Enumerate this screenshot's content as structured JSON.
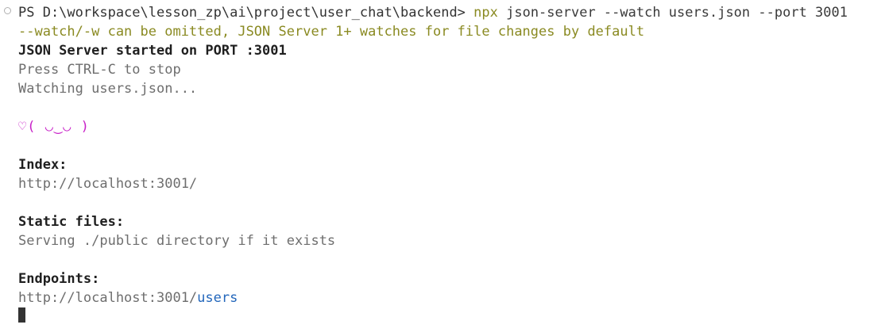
{
  "terminal": {
    "window_title": "PowerShell Terminal",
    "background_color": "#ffffff",
    "gutter_marker_name": "command-decoration-circle",
    "prompt": {
      "shell": "PS",
      "path": "D:\\workspace\\lesson_zp\\ai\\project\\user_chat\\backend",
      "separator": ">",
      "full_prefix": "PS D:\\workspace\\lesson_zp\\ai\\project\\user_chat\\backend> ",
      "command_name": "npx",
      "command_args": " json-server --watch users.json --port 3001",
      "command_full": "npx json-server --watch users.json --port 3001"
    },
    "output": {
      "watch_notice": "--watch/-w can be omitted, JSON Server 1+ watches for file changes by default",
      "started_line": "JSON Server started on PORT :3001",
      "stop_hint": "Press CTRL-C to stop",
      "watching_line": "Watching users.json...",
      "ascii_cat": "♡( ◡‿◡ )",
      "index_heading": "Index:",
      "index_url": "http://localhost:3001/",
      "static_heading": "Static files:",
      "static_text": "Serving ./public directory if it exists",
      "endpoints_heading": "Endpoints:",
      "endpoint_base": "http://localhost:3001/",
      "endpoint_resource": "users"
    },
    "colors": {
      "default_text": "#333333",
      "dim_text": "#6e6e6e",
      "warning_olive": "#8a8a22",
      "heading_bold": "#1f1f1f",
      "link_blue": "#2266bb",
      "ascii_magenta": "#c822c8",
      "cursor": "#333333"
    }
  }
}
